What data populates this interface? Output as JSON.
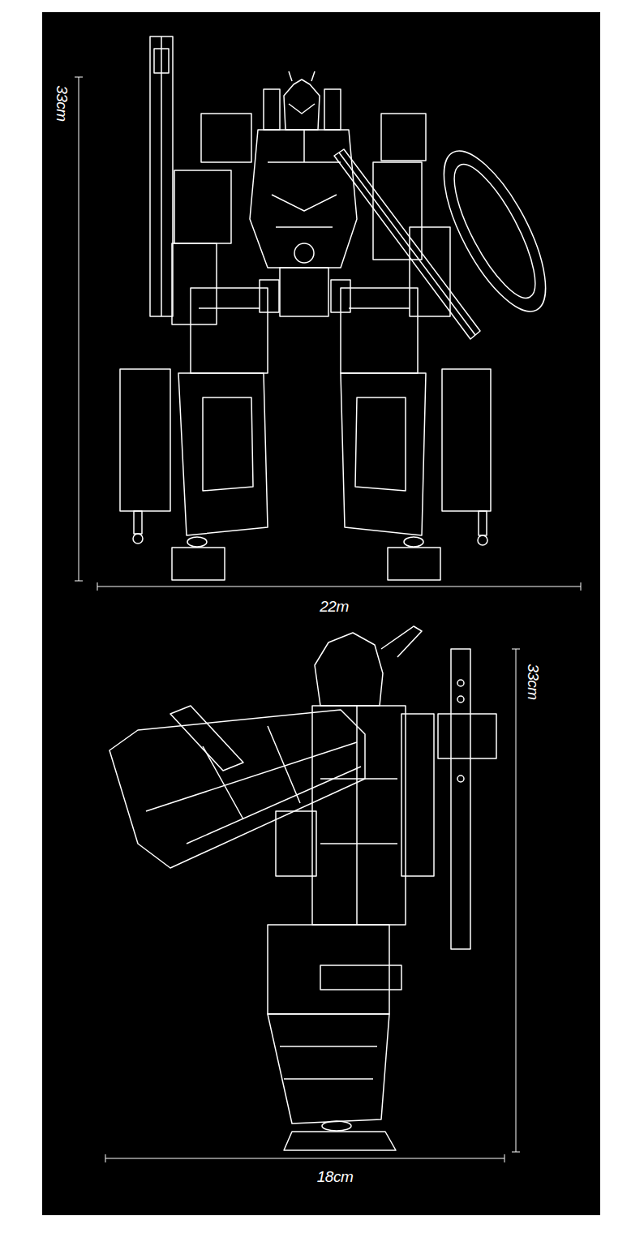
{
  "diagram": {
    "labels": [
      "33cm",
      "22m",
      "33cm",
      "18cm"
    ]
  }
}
